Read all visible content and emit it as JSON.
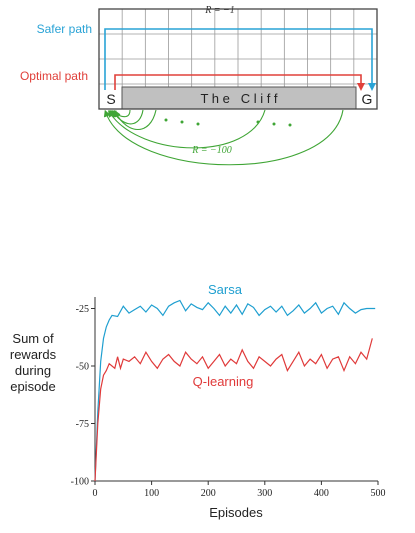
{
  "gridworld": {
    "reward_top": "R = −1",
    "safer_path_label": "Safer path",
    "optimal_path_label": "Optimal path",
    "start_label": "S",
    "goal_label": "G",
    "cliff_label": "T h e   C l i f f",
    "reward_cliff": "R = −100",
    "colors": {
      "safer": "#29a3d6",
      "optimal": "#e0403a",
      "cliff": "#c0c0c0",
      "fall": "#3fa535",
      "grid": "#9a9a9a"
    }
  },
  "chart_data": {
    "type": "line",
    "xlabel": "Episodes",
    "ylabel": [
      "Sum of",
      "rewards",
      "during",
      "episode"
    ],
    "xlim": [
      0,
      500
    ],
    "ylim": [
      -100,
      -20
    ],
    "xticks": [
      "0",
      "100",
      "200",
      "300",
      "400",
      "500"
    ],
    "yticks": [
      "-25",
      "-50",
      "-75",
      "-100"
    ],
    "series": [
      {
        "name": "Sarsa",
        "color": "#1f9fd0",
        "x": [
          0,
          5,
          10,
          15,
          20,
          25,
          30,
          40,
          50,
          60,
          70,
          80,
          90,
          100,
          110,
          120,
          130,
          140,
          150,
          160,
          170,
          180,
          190,
          200,
          210,
          220,
          230,
          240,
          250,
          260,
          270,
          280,
          290,
          300,
          310,
          320,
          330,
          340,
          350,
          360,
          370,
          380,
          390,
          400,
          410,
          420,
          430,
          440,
          450,
          460,
          470,
          480,
          490,
          495
        ],
        "y": [
          -100,
          -70,
          -48,
          -38,
          -33,
          -30,
          -28,
          -28.5,
          -24,
          -27,
          -25.5,
          -24,
          -26.5,
          -23.5,
          -25,
          -28,
          -24,
          -22.5,
          -21.5,
          -26,
          -23,
          -24.5,
          -25.5,
          -22.5,
          -25,
          -28,
          -24,
          -27,
          -23.5,
          -27.5,
          -23,
          -24.5,
          -28,
          -25.5,
          -24,
          -26.5,
          -24,
          -28,
          -26,
          -23.5,
          -27,
          -25,
          -22.5,
          -27,
          -25,
          -24,
          -27.5,
          -22.5,
          -25,
          -27,
          -25.5,
          -25,
          -25,
          -25
        ]
      },
      {
        "name": "Q-learning",
        "color": "#e03a3a",
        "x": [
          0,
          5,
          10,
          15,
          20,
          25,
          30,
          35,
          40,
          45,
          50,
          60,
          70,
          80,
          90,
          100,
          110,
          120,
          130,
          140,
          150,
          160,
          170,
          180,
          190,
          200,
          210,
          220,
          230,
          240,
          250,
          260,
          270,
          280,
          290,
          300,
          310,
          320,
          330,
          340,
          350,
          360,
          370,
          380,
          390,
          400,
          410,
          420,
          430,
          440,
          450,
          460,
          470,
          480,
          490
        ],
        "y": [
          -100,
          -75,
          -60,
          -54,
          -52,
          -49,
          -50,
          -51,
          -46,
          -51,
          -47,
          -48,
          -46,
          -49,
          -44,
          -48,
          -51,
          -47,
          -45,
          -48,
          -50,
          -44,
          -47,
          -49,
          -46,
          -51,
          -48,
          -45,
          -50,
          -47,
          -49,
          -43,
          -48,
          -51,
          -46,
          -48,
          -50,
          -47,
          -45,
          -52,
          -48,
          -44,
          -50,
          -47,
          -49,
          -45,
          -51,
          -47,
          -46,
          -52,
          -46,
          -49,
          -44,
          -47,
          -38
        ]
      }
    ]
  }
}
